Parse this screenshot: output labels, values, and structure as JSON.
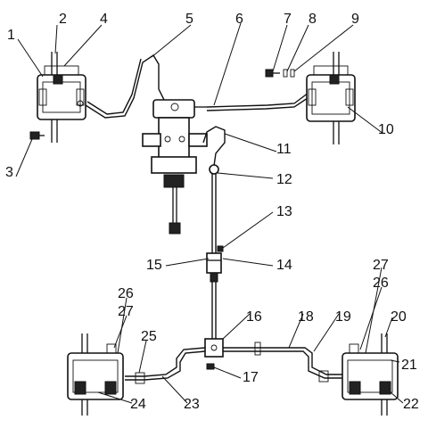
{
  "diagram": {
    "labels": [
      "1",
      "2",
      "3",
      "4",
      "5",
      "6",
      "7",
      "8",
      "9",
      "10",
      "11",
      "12",
      "13",
      "14",
      "15",
      "16",
      "17",
      "18",
      "19",
      "20",
      "21",
      "22",
      "23",
      "24",
      "25",
      "26",
      "27"
    ]
  }
}
